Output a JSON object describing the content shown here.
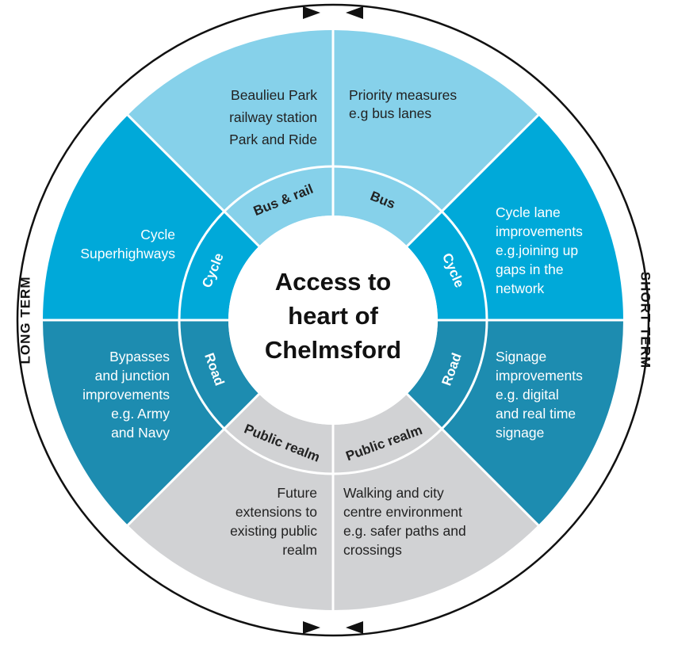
{
  "center": {
    "lines": [
      "Access to",
      "heart of",
      "Chelmsford"
    ]
  },
  "terms": {
    "left": "LONG TERM",
    "right": "SHORT TERM"
  },
  "colors": {
    "bus": "#86d1ea",
    "cycle": "#00a9d9",
    "road": "#1d8cb0",
    "public_realm": "#d1d2d4",
    "dividers": "#ffffff",
    "outline": "#111111"
  },
  "segments": [
    {
      "id": "bus-rail",
      "category": "Bus & rail",
      "color": "bus",
      "text_tone": "dark",
      "lines": [
        "Beaulieu Park",
        "railway station",
        "Park and Ride"
      ]
    },
    {
      "id": "bus",
      "category": "Bus",
      "color": "bus",
      "text_tone": "dark",
      "lines": [
        "Priority measures",
        "e.g bus lanes"
      ]
    },
    {
      "id": "cycle-short",
      "category": "Cycle",
      "color": "cycle",
      "text_tone": "light",
      "lines": [
        "Cycle lane",
        "improvements",
        "e.g.joining up",
        "gaps in the",
        "network"
      ]
    },
    {
      "id": "road-short",
      "category": "Road",
      "color": "road",
      "text_tone": "light",
      "lines": [
        "Signage",
        "improvements",
        "e.g. digital",
        "and real time",
        "signage"
      ]
    },
    {
      "id": "public-realm-short",
      "category": "Public realm",
      "color": "public_realm",
      "text_tone": "dark",
      "lines": [
        "Walking and city",
        "centre environment",
        "e.g. safer paths and",
        "crossings"
      ]
    },
    {
      "id": "public-realm-long",
      "category": "Public realm",
      "color": "public_realm",
      "text_tone": "dark",
      "lines": [
        "Future",
        "extensions to",
        "existing public",
        "realm"
      ]
    },
    {
      "id": "road-long",
      "category": "Road",
      "color": "road",
      "text_tone": "light",
      "lines": [
        "Bypasses",
        "and junction",
        "improvements",
        "e.g. Army",
        "and Navy"
      ]
    },
    {
      "id": "cycle-long",
      "category": "Cycle",
      "color": "cycle",
      "text_tone": "light",
      "lines": [
        "Cycle",
        "Superhighways"
      ]
    }
  ]
}
